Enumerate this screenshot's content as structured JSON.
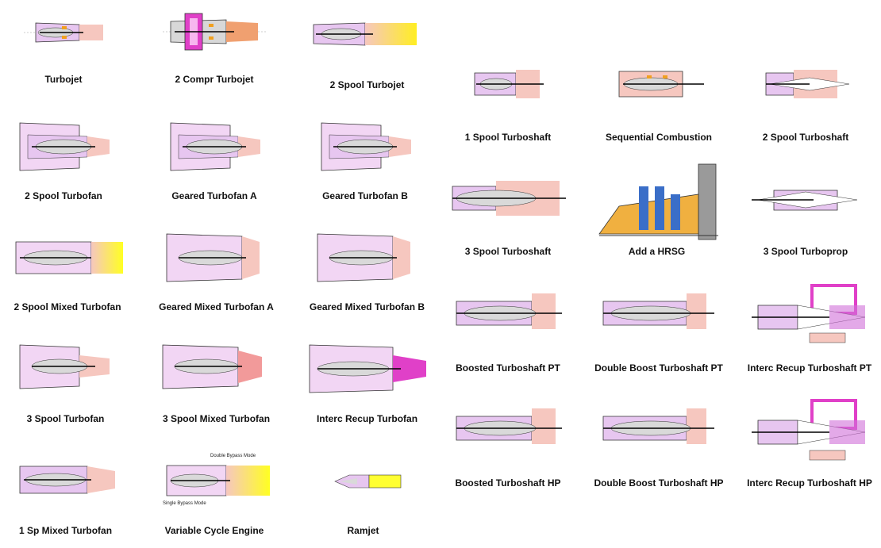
{
  "models": {
    "turbojet": "Turbojet",
    "compr2_turbojet": "2 Compr Turbojet",
    "spool2_turbojet": "2 Spool Turbojet",
    "spool1_turboshaft": "1 Spool Turboshaft",
    "sequential_combustion": "Sequential Combustion",
    "spool2_turboshaft": "2 Spool Turboshaft",
    "spool2_turbofan": "2 Spool Turbofan",
    "geared_turbofan_a": "Geared Turbofan A",
    "geared_turbofan_b": "Geared Turbofan B",
    "spool3_turboshaft": "3 Spool Turboshaft",
    "add_hrsg": "Add a HRSG",
    "spool3_turboprop": "3 Spool Turboprop",
    "spool2_mixed_turbofan": "2 Spool Mixed Turbofan",
    "geared_mixed_turbofan_a": "Geared Mixed Turbofan A",
    "geared_mixed_turbofan_b": "Geared Mixed Turbofan B",
    "boosted_turboshaft_pt": "Boosted Turboshaft PT",
    "double_boost_turboshaft_pt": "Double Boost Turboshaft PT",
    "interc_recup_turboshaft_pt": "Interc Recup Turboshaft PT",
    "spool3_turbofan": "3 Spool Turbofan",
    "spool3_mixed_turbofan": "3 Spool Mixed Turbofan",
    "interc_recup_turbofan": "Interc Recup Turbofan",
    "boosted_turboshaft_hp": "Boosted Turboshaft HP",
    "double_boost_turboshaft_hp": "Double Boost Turboshaft HP",
    "interc_recup_turboshaft_hp": "Interc Recup Turboshaft HP",
    "sp1_mixed_turbofan": "1 Sp Mixed Turbofan",
    "variable_cycle_engine": "Variable Cycle Engine",
    "ramjet": "Ramjet"
  },
  "vce_notes": {
    "double_bypass": "Double Bypass Mode",
    "single_bypass": "Single Bypass Mode"
  },
  "colors": {
    "compressor": "#b89ae0",
    "burner": "#f0a020",
    "turbine": "#f08a3a",
    "shaft": "#000000",
    "nacelle": "#e8c4ec",
    "exhaust": "#f6c7bf",
    "afterburner": "#ffff22",
    "recuperator": "#e040c8",
    "hrsg": "#f0b040"
  }
}
